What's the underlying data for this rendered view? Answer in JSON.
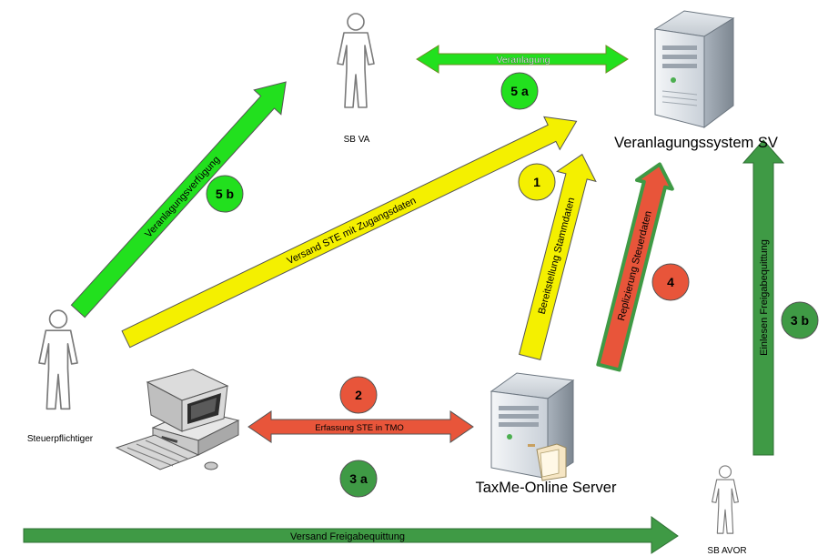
{
  "nodes": {
    "sb_va": "SB VA",
    "veranlagungssystem": "Veranlagungssystem SV",
    "steuerpflichtiger": "Steuerpflichtiger",
    "taxme_server": "TaxMe-Online Server",
    "sb_avor": "SB AVOR"
  },
  "flows": {
    "veranlagung": "Veranlagung",
    "veranlagungsverfuegung": "Veranlagungsverfügung",
    "versand_ste": "Versand STE mit Zugangsdaten",
    "bereitstellung": "Bereitstellung Stammdaten",
    "replizierung": "Replizierung Steuerdaten",
    "erfassung": "Erfassung STE in TMO",
    "einlesen": "Einlesen Freigabequittung",
    "versand_freigabe": "Versand Freigabequittung"
  },
  "steps": {
    "s5a": "5 a",
    "s5b": "5 b",
    "s1": "1",
    "s4": "4",
    "s2": "2",
    "s3a": "3 a",
    "s3b": "3 b"
  },
  "colors": {
    "green": "#22e01e",
    "yellow": "#f4f000",
    "red": "#e8553a",
    "dark_green": "#3f9a45"
  }
}
